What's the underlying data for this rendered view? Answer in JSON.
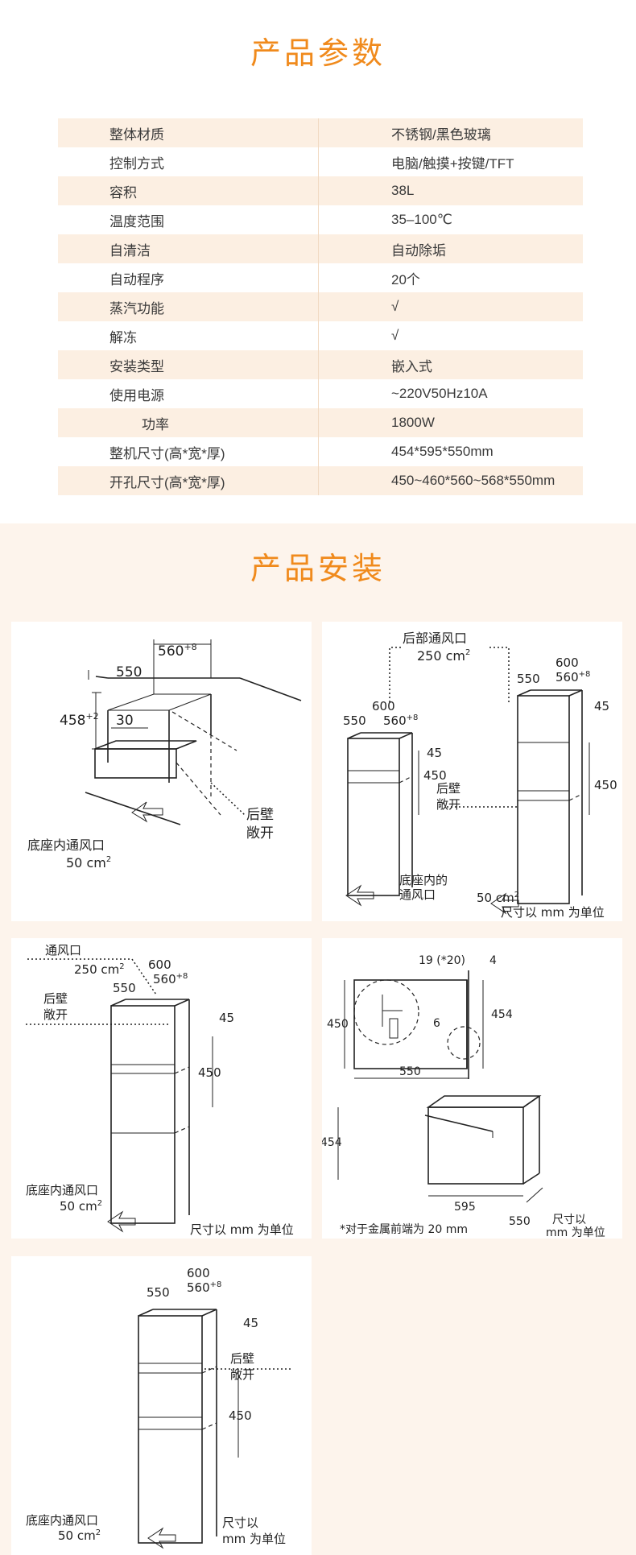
{
  "spec_section": {
    "title": "产品参数",
    "rows": [
      {
        "key": "整体材质",
        "value": "不锈钢/黑色玻璃"
      },
      {
        "key": "控制方式",
        "value": "电脑/触摸+按键/TFT"
      },
      {
        "key": "容积",
        "value": "38L"
      },
      {
        "key": "温度范围",
        "value": "35–100℃"
      },
      {
        "key": "自清洁",
        "value": "自动除垢"
      },
      {
        "key": "自动程序",
        "value": "20个"
      },
      {
        "key": "蒸汽功能",
        "value": "√"
      },
      {
        "key": "解冻",
        "value": "√"
      },
      {
        "key": "安装类型",
        "value": "嵌入式"
      },
      {
        "key": "使用电源",
        "value": "~220V50Hz10A"
      },
      {
        "key": "功率",
        "value": "1800W"
      },
      {
        "key": "整机尺寸(高*宽*厚)",
        "value": "454*595*550mm"
      },
      {
        "key": "开孔尺寸(高*宽*厚)",
        "value": "450~460*560~568*550mm"
      }
    ]
  },
  "install_section": {
    "title": "产品安装",
    "panel1": {
      "w560": "560",
      "w560_sup": "+8",
      "d550": "550",
      "h458": "458",
      "h458_sup": "+2",
      "h30": "30",
      "rear_wall_1": "后壁",
      "rear_wall_2": "敞开",
      "vent_1": "底座内通风口",
      "vent_2": "50 cm",
      "vent_sup": "2"
    },
    "panel2": {
      "rear_vent": "后部通风口",
      "rear_area": "250 cm",
      "rear_area_sup": "2",
      "l600": "600",
      "l560": "560",
      "l560_sup": "+8",
      "l550": "550",
      "l45": "45",
      "l450": "450",
      "r600": "600",
      "r560": "560",
      "r560_sup": "+8",
      "r550": "550",
      "r45": "45",
      "r450": "450",
      "rear_wall_1": "后壁",
      "rear_wall_2": "敞开",
      "base_vent_1": "底座内的",
      "base_vent_2": "通风口",
      "area": "50 cm",
      "area_sup": "2",
      "units": "尺寸以 mm 为单位"
    },
    "panel3": {
      "vent": "通风口",
      "vent_area": "250 cm",
      "vent_area_sup": "2",
      "d600": "600",
      "d560": "560",
      "d560_sup": "+8",
      "d550": "550",
      "d45": "45",
      "d450": "450",
      "rear_wall_1": "后壁",
      "rear_wall_2": "敞开",
      "base_vent_1": "底座内通风口",
      "base_vent_2": "50 cm",
      "base_vent_sup": "2",
      "units": "尺寸以 mm 为单位"
    },
    "panel4": {
      "d19": "19 (*20)",
      "d4": "4",
      "d450": "450",
      "d454": "454",
      "d550": "550",
      "d6": "6",
      "d454b": "454",
      "d595": "595",
      "d550b": "550",
      "units_1": "尺寸以",
      "units_2": "mm 为单位",
      "note": "*对于金属前端为 20 mm"
    },
    "panel5": {
      "d600": "600",
      "d560": "560",
      "d560_sup": "+8",
      "d550": "550",
      "d45": "45",
      "d450": "450",
      "rear_wall_1": "后壁",
      "rear_wall_2": "敞开",
      "base_vent_1": "底座内通风口",
      "base_vent_2": "50 cm",
      "base_vent_sup": "2",
      "units_1": "尺寸以",
      "units_2": "mm 为单位"
    }
  }
}
